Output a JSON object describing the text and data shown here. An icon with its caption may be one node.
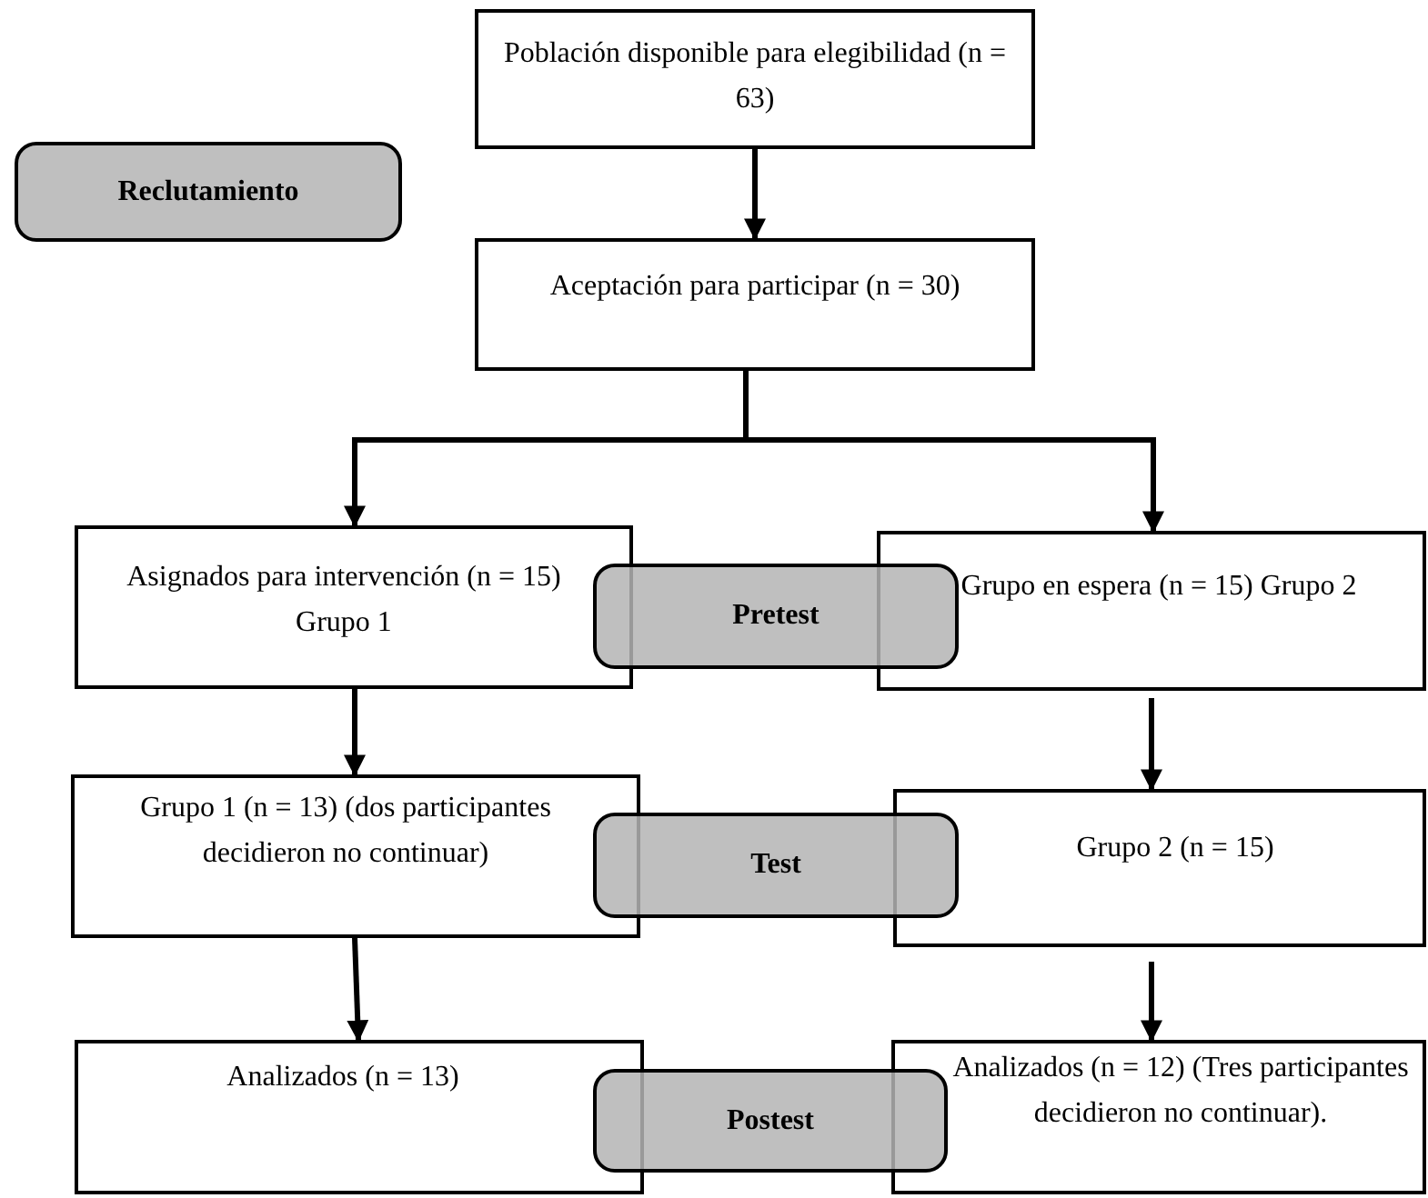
{
  "diagram": {
    "nodes": [
      {
        "text": [
          "Población disponible para elegibilidad (n = 63)"
        ]
      },
      {
        "text": [
          "Reclutamiento"
        ]
      },
      {
        "text": [
          "Aceptación para participar (n = 30)"
        ]
      },
      {
        "text": [
          "Asignados para intervención (n = 15) Grupo 1"
        ]
      },
      {
        "text": [
          "Pretest"
        ]
      },
      {
        "text": [
          "Grupo en espera (n = 15) Grupo 2"
        ]
      },
      {
        "text": [
          "Grupo 1 (n = 13) (dos participantes decidieron no continuar)"
        ]
      },
      {
        "text": [
          "Test"
        ]
      },
      {
        "text": [
          "Grupo 2 (n = 15)"
        ]
      },
      {
        "text": [
          "Analizados (n = 13)"
        ]
      },
      {
        "text": [
          "Postest"
        ]
      },
      {
        "text": [
          "Analizados (n = 12) (Tres participantes decidieron no continuar)."
        ]
      }
    ],
    "edges": [
      {
        "from": 0,
        "to": 2,
        "arrow": "to"
      },
      {
        "from": 2,
        "to": 3,
        "arrow": "to"
      },
      {
        "from": 2,
        "to": 5,
        "arrow": "to"
      },
      {
        "from": 3,
        "to": 6,
        "arrow": "to"
      },
      {
        "from": 5,
        "to": 8,
        "arrow": "to"
      },
      {
        "from": 6,
        "to": 9,
        "arrow": "to"
      },
      {
        "from": 8,
        "to": 11,
        "arrow": "to"
      }
    ]
  }
}
